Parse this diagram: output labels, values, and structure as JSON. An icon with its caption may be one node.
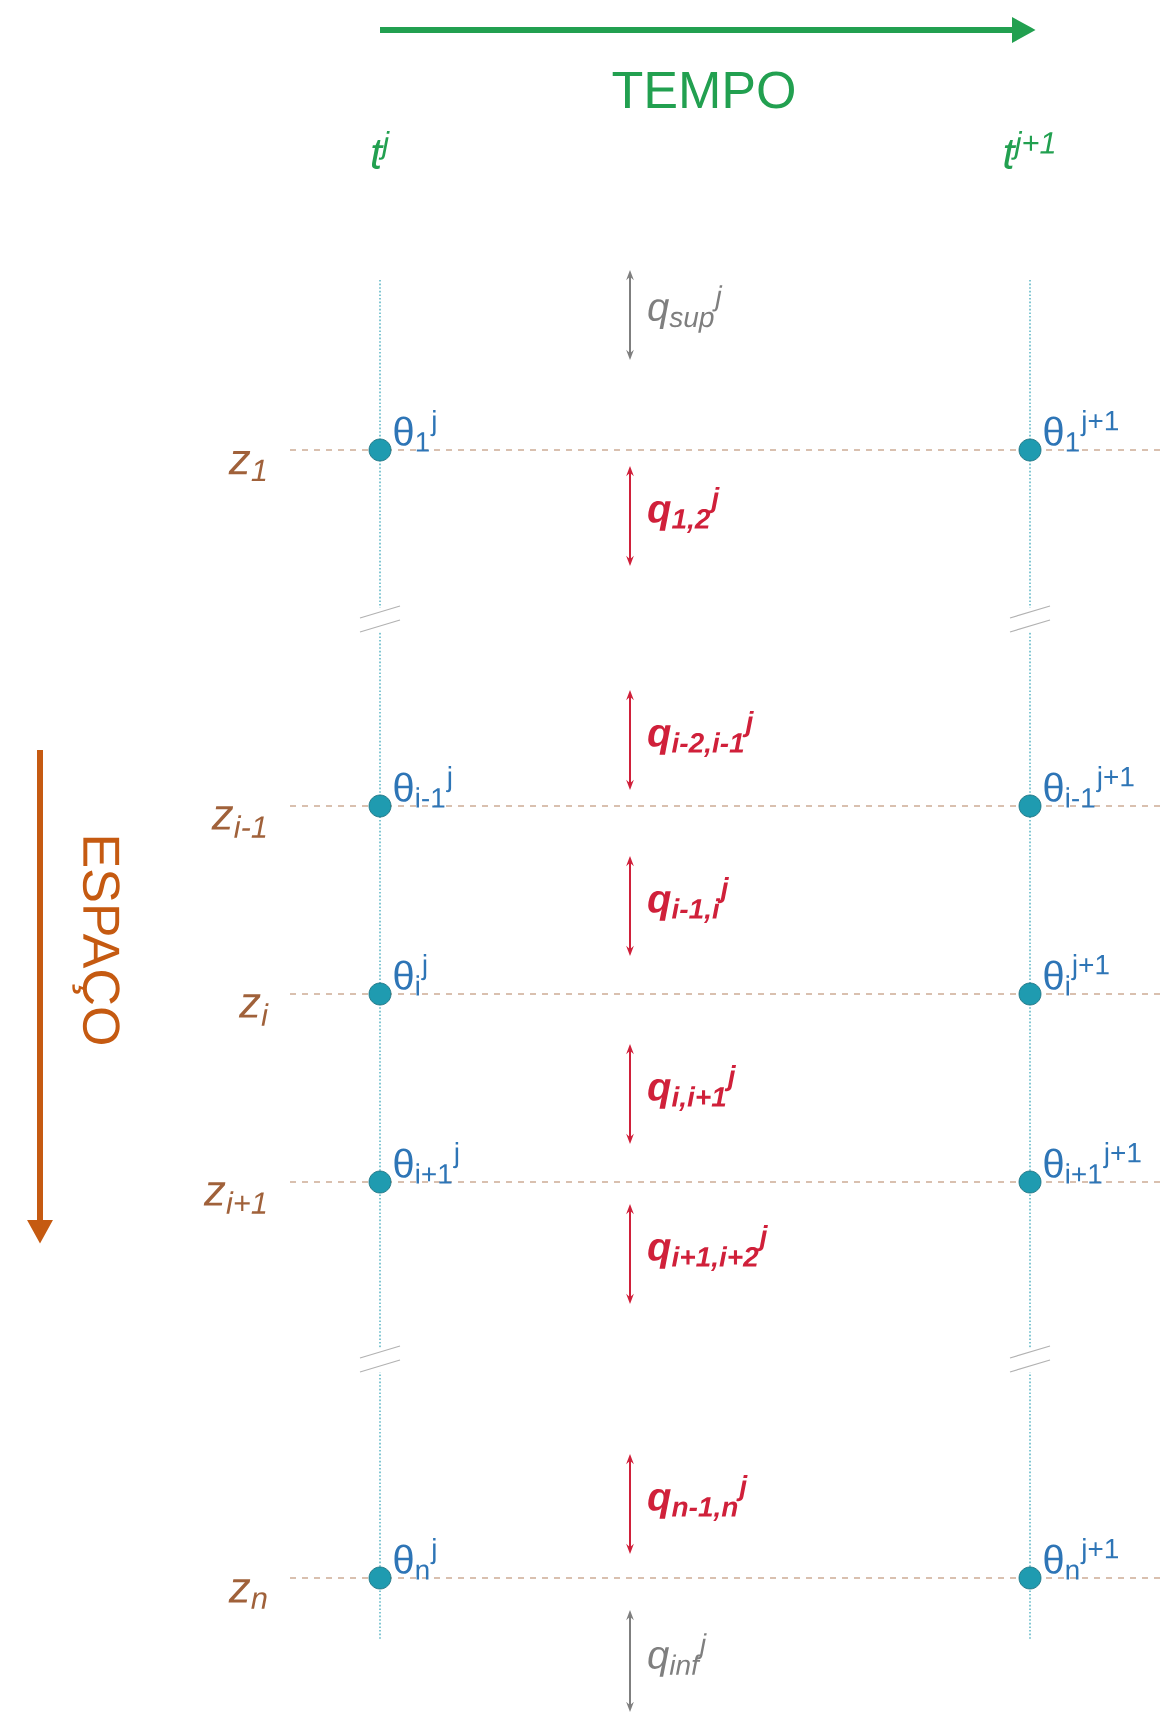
{
  "diagram": {
    "nodes": [
      {
        "text": [],
        "shape": "circle",
        "beside": [
          "θ$_{1}$$^{j}$"
        ]
      },
      {
        "text": [],
        "shape": "circle",
        "beside": [
          "θ$_{1}$$^{j+1}$"
        ]
      },
      {
        "text": [],
        "shape": "circle",
        "beside": [
          "θ$_{i-1}$$^{j}$"
        ]
      },
      {
        "text": [],
        "shape": "circle",
        "beside": [
          "θ$_{i-1}$$^{j+1}$"
        ]
      },
      {
        "text": [],
        "shape": "circle",
        "beside": [
          "θ$_{i}$$^{j}$"
        ]
      },
      {
        "text": [],
        "shape": "circle",
        "beside": [
          "θ$_{i}$$^{j+1}$"
        ]
      },
      {
        "text": [],
        "shape": "circle",
        "beside": [
          "θ$_{i+1}$$^{j}$"
        ]
      },
      {
        "text": [],
        "shape": "circle",
        "beside": [
          "θ$_{i+1}$$^{j+1}$"
        ]
      },
      {
        "text": [],
        "shape": "circle",
        "beside": [
          "θ$_{n}$$^{j}$"
        ]
      },
      {
        "text": [],
        "shape": "circle",
        "beside": [
          "θ$_{n}$$^{j+1}$"
        ]
      }
    ],
    "labels": [
      "TEMPO",
      "t$^{j}$",
      "t$^{j+1}$",
      "q$_{sup}$$^{j}$",
      "z$_{1}$",
      "q$_{1,2}$$^{j}$",
      "q$_{i-2,i-1}$$^{j}$",
      "ESPAÇO",
      "z$_{i-1}$",
      "q$_{i-1,i}$$^{j}$",
      "z$_{i}$",
      "q$_{i,i+1}$$^{j}$",
      "z$_{i+1}$",
      "q$_{i+1,i+2}$$^{j}$",
      "q$_{n-1,n}$$^{j}$",
      "z$_{n}$",
      "q$_{inf}$$^{j}$"
    ]
  }
}
